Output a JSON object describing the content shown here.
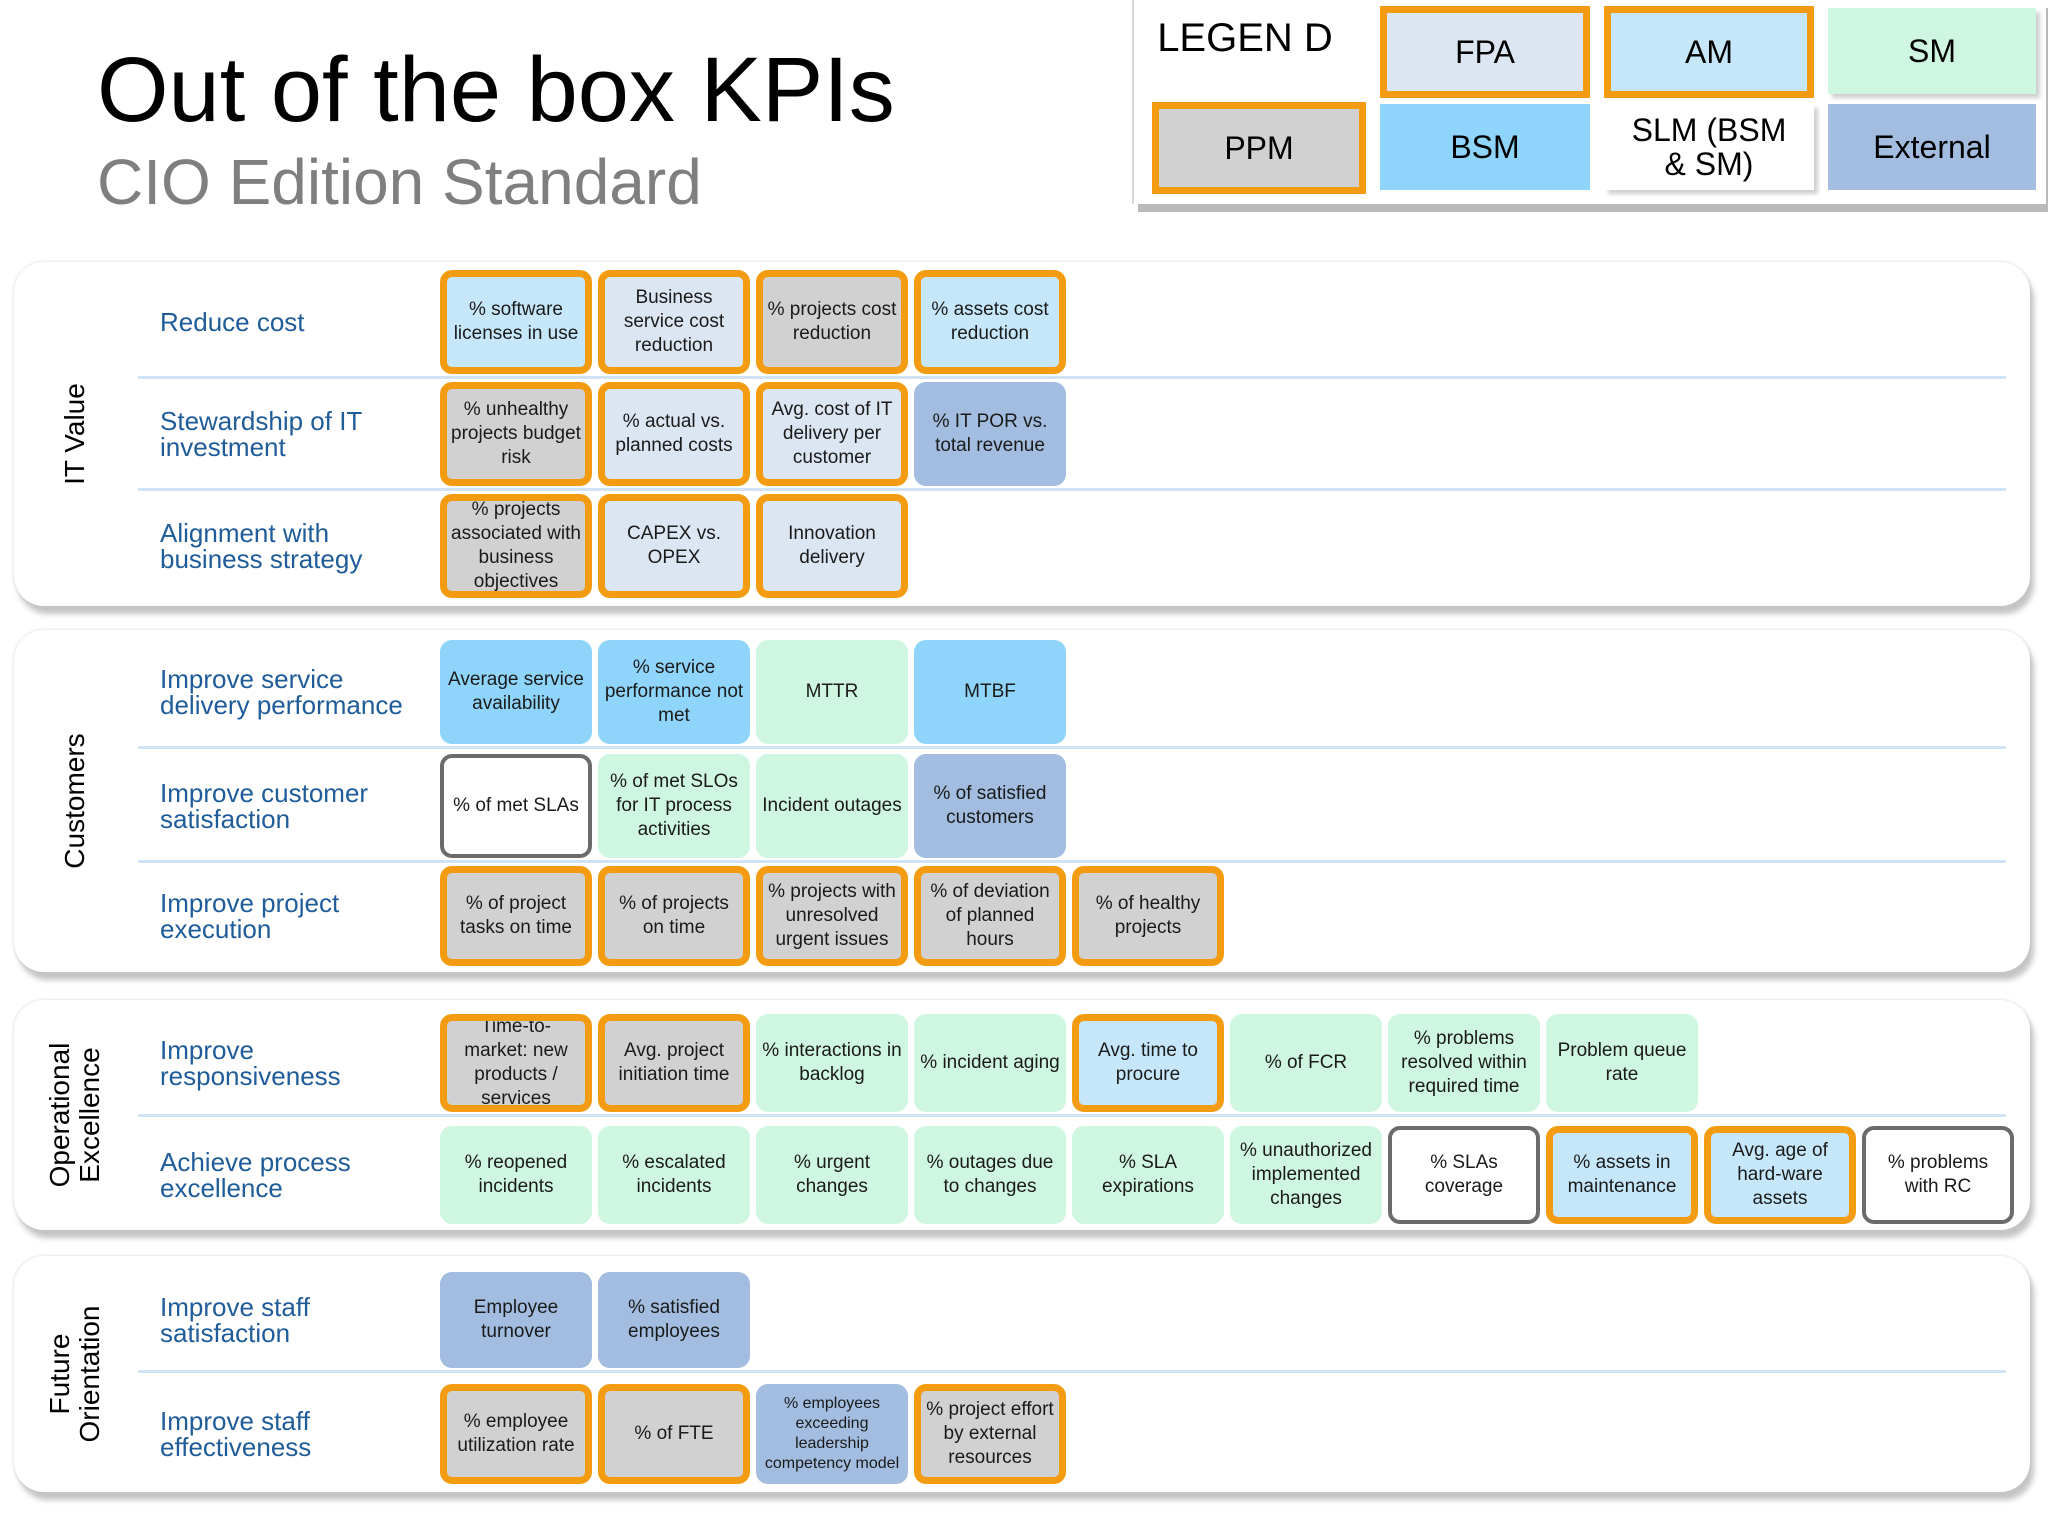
{
  "title": "Out of the box KPIs",
  "subtitle": "CIO Edition Standard",
  "colors": {
    "FPA": "#dce6f2",
    "AM": "#c6e7fa",
    "SM": "#cff6e0",
    "PPM": "#d1d1d1",
    "BSM": "#8fd5fb",
    "SLM": "#ffffff",
    "External": "#a2bde0",
    "highlight_border": "#f39c12",
    "row_label": "#1f5c99"
  },
  "legend": {
    "title": "LEGEN D",
    "items": [
      {
        "key": "FPA",
        "label": "FPA",
        "outline": true
      },
      {
        "key": "AM",
        "label": "AM",
        "outline": true
      },
      {
        "key": "SM",
        "label": "SM",
        "outline": false
      },
      {
        "key": "PPM",
        "label": "PPM",
        "outline": true
      },
      {
        "key": "BSM",
        "label": "BSM",
        "outline": false
      },
      {
        "key": "SLM",
        "label": "SLM (BSM & SM)",
        "outline": false
      },
      {
        "key": "External",
        "label": "External",
        "outline": false
      }
    ]
  },
  "groups": [
    {
      "name": "IT Value",
      "rows": [
        {
          "label": "Reduce cost",
          "kpis": [
            {
              "text": "% software licenses in use",
              "cat": "AM",
              "outline": true
            },
            {
              "text": "Business service cost reduction",
              "cat": "FPA",
              "outline": true
            },
            {
              "text": "% projects cost reduction",
              "cat": "PPM",
              "outline": true
            },
            {
              "text": "% assets cost reduction",
              "cat": "AM",
              "outline": true
            }
          ]
        },
        {
          "label": "Stewardship of IT investment",
          "kpis": [
            {
              "text": "% unhealthy projects budget risk",
              "cat": "PPM",
              "outline": true
            },
            {
              "text": "% actual vs. planned costs",
              "cat": "FPA",
              "outline": true
            },
            {
              "text": "Avg. cost of IT delivery per customer",
              "cat": "FPA",
              "outline": true
            },
            {
              "text": "% IT POR vs. total revenue",
              "cat": "External",
              "outline": false
            }
          ]
        },
        {
          "label": "Alignment with business strategy",
          "kpis": [
            {
              "text": "% projects associated with business objectives",
              "cat": "PPM",
              "outline": true
            },
            {
              "text": "CAPEX vs. OPEX",
              "cat": "FPA",
              "outline": true
            },
            {
              "text": "Innovation delivery",
              "cat": "FPA",
              "outline": true
            }
          ]
        }
      ]
    },
    {
      "name": "Customers",
      "rows": [
        {
          "label": "Improve service delivery performance",
          "kpis": [
            {
              "text": "Average service availability",
              "cat": "BSM",
              "outline": false
            },
            {
              "text": "% service performance not met",
              "cat": "BSM",
              "outline": false
            },
            {
              "text": "MTTR",
              "cat": "SM",
              "outline": false
            },
            {
              "text": "MTBF",
              "cat": "BSM",
              "outline": false
            }
          ]
        },
        {
          "label": "Improve customer satisfaction",
          "kpis": [
            {
              "text": "% of met SLAs",
              "cat": "SLM",
              "outline": false
            },
            {
              "text": "% of met SLOs for IT process activities",
              "cat": "SM",
              "outline": false
            },
            {
              "text": "Incident outages",
              "cat": "SM",
              "outline": false
            },
            {
              "text": "% of satisfied customers",
              "cat": "External",
              "outline": false
            }
          ]
        },
        {
          "label": "Improve project execution",
          "kpis": [
            {
              "text": "% of project tasks on time",
              "cat": "PPM",
              "outline": true
            },
            {
              "text": "% of projects on time",
              "cat": "PPM",
              "outline": true
            },
            {
              "text": "% projects with unresolved urgent issues",
              "cat": "PPM",
              "outline": true
            },
            {
              "text": "% of deviation of planned hours",
              "cat": "PPM",
              "outline": true
            },
            {
              "text": "% of healthy projects",
              "cat": "PPM",
              "outline": true
            }
          ]
        }
      ]
    },
    {
      "name": "Operational Excellence",
      "rows": [
        {
          "label": "Improve responsiveness",
          "kpis": [
            {
              "text": "Time-to-market: new products / services",
              "cat": "PPM",
              "outline": true
            },
            {
              "text": "Avg. project initiation time",
              "cat": "PPM",
              "outline": true
            },
            {
              "text": "% interactions in backlog",
              "cat": "SM",
              "outline": false
            },
            {
              "text": "%  incident aging",
              "cat": "SM",
              "outline": false
            },
            {
              "text": "Avg. time to procure",
              "cat": "AM",
              "outline": true
            },
            {
              "text": "% of FCR",
              "cat": "SM",
              "outline": false
            },
            {
              "text": "% problems resolved within required time",
              "cat": "SM",
              "outline": false
            },
            {
              "text": "Problem queue rate",
              "cat": "SM",
              "outline": false
            }
          ]
        },
        {
          "label": "Achieve process excellence",
          "kpis": [
            {
              "text": "% reopened incidents",
              "cat": "SM",
              "outline": false
            },
            {
              "text": "% escalated incidents",
              "cat": "SM",
              "outline": false
            },
            {
              "text": "% urgent changes",
              "cat": "SM",
              "outline": false
            },
            {
              "text": "% outages due to changes",
              "cat": "SM",
              "outline": false
            },
            {
              "text": "% SLA expirations",
              "cat": "SM",
              "outline": false
            },
            {
              "text": "% unauthorized implemented changes",
              "cat": "SM",
              "outline": false
            },
            {
              "text": "% SLAs coverage",
              "cat": "SLM",
              "outline": false
            },
            {
              "text": "% assets in maintenance",
              "cat": "AM",
              "outline": true
            },
            {
              "text": "Avg. age of hard-ware assets",
              "cat": "AM",
              "outline": true
            },
            {
              "text": "% problems with RC",
              "cat": "SLM",
              "outline": false
            }
          ]
        }
      ]
    },
    {
      "name": "Future Orientation",
      "rows": [
        {
          "label": "Improve staff satisfaction",
          "kpis": [
            {
              "text": "Employee turnover",
              "cat": "External",
              "outline": false
            },
            {
              "text": "% satisfied employees",
              "cat": "External",
              "outline": false
            }
          ]
        },
        {
          "label": "Improve staff effectiveness",
          "kpis": [
            {
              "text": "% employee utilization rate",
              "cat": "PPM",
              "outline": true
            },
            {
              "text": "% of FTE",
              "cat": "PPM",
              "outline": true
            },
            {
              "text": "% employees exceeding leadership competency model",
              "cat": "External",
              "outline": false,
              "small": true
            },
            {
              "text": "% project effort by external resources",
              "cat": "PPM",
              "outline": true
            }
          ]
        }
      ]
    }
  ]
}
